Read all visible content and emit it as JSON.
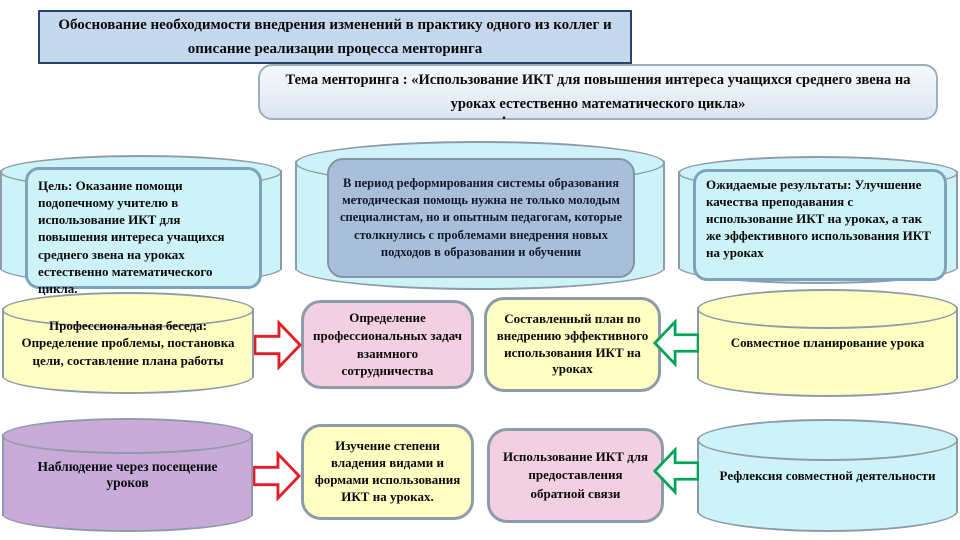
{
  "colors": {
    "title_fill": "#C5D8EE",
    "title_border": "#26456B",
    "theme_fill": "#E4ECF5",
    "cyan_fill": "#CDF3F8",
    "yellow_fill": "#FFFFC4",
    "pink_fill": "#F3CFE2",
    "purple_fill": "#C9ABD9",
    "center_inner_fill": "#A9BFD9",
    "shape_border": "#8E9BA8",
    "arrow_red": "#E21E26",
    "arrow_green": "#00A455"
  },
  "title": {
    "text": "Обоснование необходимости внедрения изменений в практику одного из коллег и описание реализации процесса менторинга"
  },
  "theme": {
    "text": "Тема менторинга :  «Использование ИКТ для повышения интереса учащихся среднего звена на уроках естественно математического цикла»",
    "trailing_period": "."
  },
  "goal": {
    "text": "Цель: Оказание помощи подопечному учителю  в использование ИКТ для повышения интереса учащихся среднего звена на уроках естественно  математического цикла."
  },
  "context": {
    "text": "В период реформирования системы образования методическая помощь нужна не только молодым специалистам, но и опытным педагогам, которые столкнулись с проблемами внедрения новых подходов в образовании и обучении"
  },
  "expected_results": {
    "text": "Ожидаемые результаты: Улучшение качества преподавания  с использование ИКТ на уроках,  а так же эффективного использования ИКТ  на уроках"
  },
  "process": {
    "professional_talk": "Профессиональная беседа: Определение проблемы, постановка цели, составление плана работы",
    "define_tasks": "Определение профессиональных задач взаимного сотрудничества",
    "implementation_plan": "Составленный план по внедрению эффективного использования ИКТ  на уроках",
    "joint_planning": "Совместное планирование урока",
    "observation": "Наблюдение через посещение уроков",
    "study_ikt_skills": "Изучение степени владения видами и формами использования ИКТ на уроках.",
    "ikt_feedback": "Использование ИКТ для предоставления обратной связи",
    "reflection": "Рефлексия совместной деятельности"
  }
}
